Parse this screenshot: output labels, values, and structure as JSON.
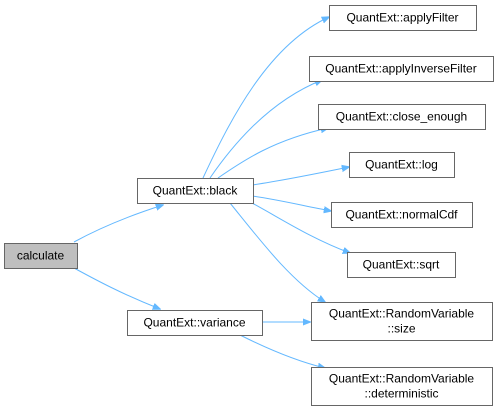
{
  "graph": {
    "nodes": [
      {
        "id": "calculate",
        "lines": [
          "calculate"
        ],
        "root": true
      },
      {
        "id": "black",
        "lines": [
          "QuantExt::black"
        ]
      },
      {
        "id": "variance",
        "lines": [
          "QuantExt::variance"
        ]
      },
      {
        "id": "applyFilter",
        "lines": [
          "QuantExt::applyFilter"
        ]
      },
      {
        "id": "applyInverseFilter",
        "lines": [
          "QuantExt::applyInverseFilter"
        ]
      },
      {
        "id": "close_enough",
        "lines": [
          "QuantExt::close_enough"
        ]
      },
      {
        "id": "log",
        "lines": [
          "QuantExt::log"
        ]
      },
      {
        "id": "normalCdf",
        "lines": [
          "QuantExt::normalCdf"
        ]
      },
      {
        "id": "sqrt",
        "lines": [
          "QuantExt::sqrt"
        ]
      },
      {
        "id": "size",
        "lines": [
          "QuantExt::RandomVariable",
          "::size"
        ]
      },
      {
        "id": "deterministic",
        "lines": [
          "QuantExt::RandomVariable",
          "::deterministic"
        ]
      }
    ],
    "edges": [
      {
        "from": "calculate",
        "to": "black"
      },
      {
        "from": "calculate",
        "to": "variance"
      },
      {
        "from": "black",
        "to": "applyFilter"
      },
      {
        "from": "black",
        "to": "applyInverseFilter"
      },
      {
        "from": "black",
        "to": "close_enough"
      },
      {
        "from": "black",
        "to": "log"
      },
      {
        "from": "black",
        "to": "normalCdf"
      },
      {
        "from": "black",
        "to": "sqrt"
      },
      {
        "from": "black",
        "to": "size"
      },
      {
        "from": "variance",
        "to": "size"
      },
      {
        "from": "variance",
        "to": "deterministic"
      }
    ]
  }
}
